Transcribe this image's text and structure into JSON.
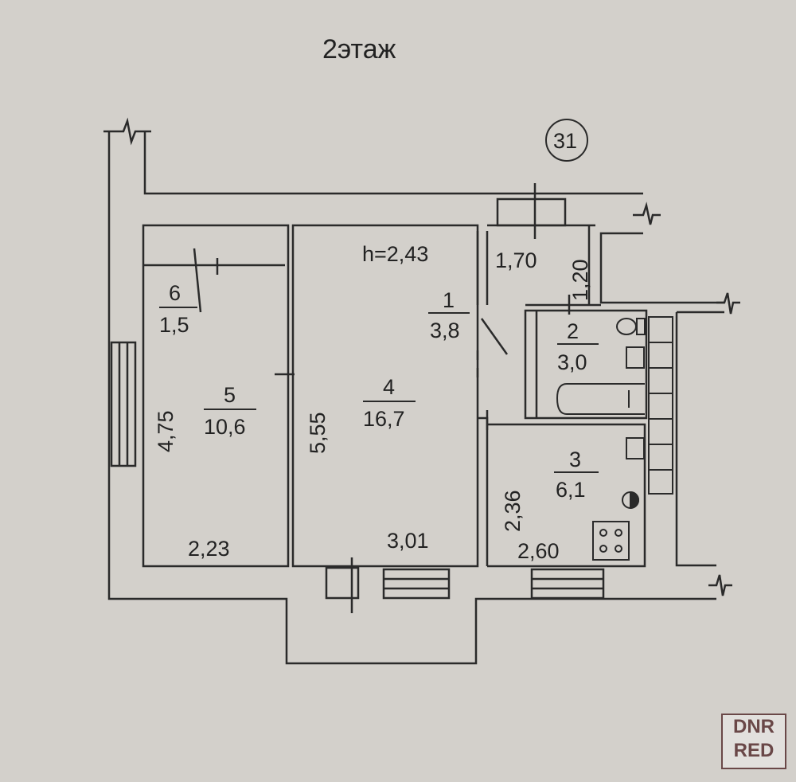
{
  "floor_label": "2этаж",
  "apartment_number": "31",
  "ceiling_height": "h=2,43",
  "rooms": [
    {
      "number": "1",
      "area": "3,8"
    },
    {
      "number": "2",
      "area": "3,0"
    },
    {
      "number": "3",
      "area": "6,1"
    },
    {
      "number": "4",
      "area": "16,7"
    },
    {
      "number": "5",
      "area": "10,6"
    },
    {
      "number": "6",
      "area": "1,5"
    }
  ],
  "dimensions": {
    "hall_width": "1,70",
    "hall_depth": "1,20",
    "room5_length": "4,75",
    "room5_width": "2,23",
    "room4_length": "5,55",
    "room4_width": "3,01",
    "kitchen_length": "2,36",
    "kitchen_width": "2,60"
  },
  "watermark": {
    "line1": "DNR",
    "line2": "RED"
  }
}
